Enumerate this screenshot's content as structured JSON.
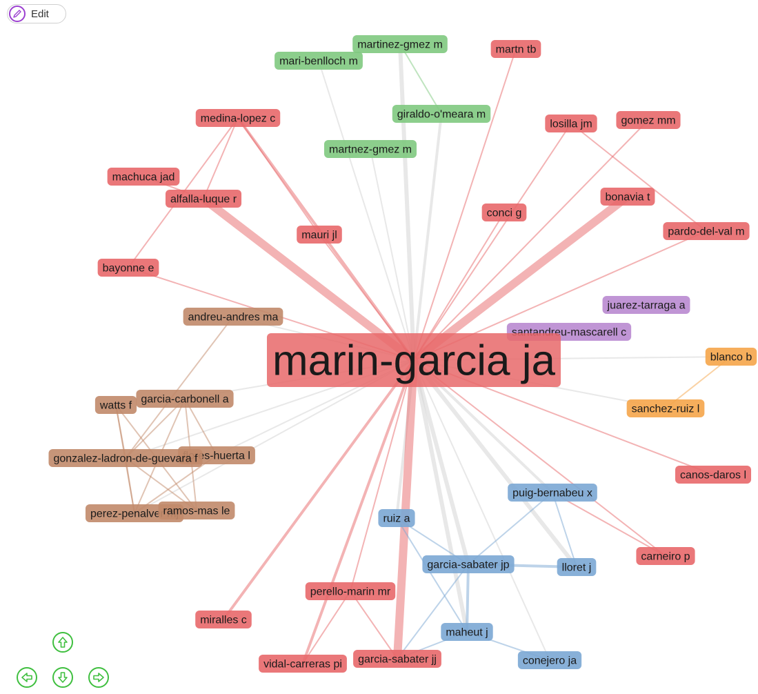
{
  "toolbar": {
    "edit_label": "Edit",
    "edit_icon": "pencil-icon"
  },
  "navigation": {
    "up": "arrow-up-icon",
    "down": "arrow-down-icon",
    "left": "arrow-left-icon",
    "right": "arrow-right-icon",
    "color": "#3fbf3f"
  },
  "clusters": {
    "red": "#e8686a",
    "green": "#7fc97f",
    "brown": "#c1896a",
    "purple": "#b98ad0",
    "orange": "#f5a54a",
    "blue": "#7ba7d4",
    "gray": "#d6d6d6"
  },
  "center": {
    "label": "marin-garcia ja",
    "cluster": "red"
  },
  "nodes": [
    {
      "id": "martinez-gmez-m",
      "label": "martinez-gmez m",
      "cluster": "green"
    },
    {
      "id": "mari-benlloch-m",
      "label": "mari-benlloch m",
      "cluster": "green"
    },
    {
      "id": "martn-tb",
      "label": "martn tb",
      "cluster": "red"
    },
    {
      "id": "giraldo-omeara-m",
      "label": "giraldo-o'meara m",
      "cluster": "green"
    },
    {
      "id": "medina-lopez-c",
      "label": "medina-lopez c",
      "cluster": "red"
    },
    {
      "id": "losilla-jm",
      "label": "losilla jm",
      "cluster": "red"
    },
    {
      "id": "gomez-mm",
      "label": "gomez mm",
      "cluster": "red"
    },
    {
      "id": "martnez-gmez-m",
      "label": "martnez-gmez m",
      "cluster": "green"
    },
    {
      "id": "machuca-jad",
      "label": "machuca jad",
      "cluster": "red"
    },
    {
      "id": "alfalla-luque-r",
      "label": "alfalla-luque r",
      "cluster": "red"
    },
    {
      "id": "bonavia-t",
      "label": "bonavia t",
      "cluster": "red"
    },
    {
      "id": "conci-g",
      "label": "conci g",
      "cluster": "red"
    },
    {
      "id": "pardo-del-val-m",
      "label": "pardo-del-val m",
      "cluster": "red"
    },
    {
      "id": "mauri-jl",
      "label": "mauri jl",
      "cluster": "red"
    },
    {
      "id": "bayonne-e",
      "label": "bayonne e",
      "cluster": "red"
    },
    {
      "id": "juarez-tarraga-a",
      "label": "juarez-tarraga a",
      "cluster": "purple"
    },
    {
      "id": "andreu-andres-ma",
      "label": "andreu-andres ma",
      "cluster": "brown"
    },
    {
      "id": "santandreu-mascarell-c",
      "label": "santandreu-mascarell c",
      "cluster": "purple"
    },
    {
      "id": "blanco-b",
      "label": "blanco b",
      "cluster": "orange"
    },
    {
      "id": "garcia-carbonell-a",
      "label": "garcia-carbonell a",
      "cluster": "brown"
    },
    {
      "id": "watts-f",
      "label": "watts f",
      "cluster": "brown"
    },
    {
      "id": "sanchez-ruiz-l",
      "label": "sanchez-ruiz l",
      "cluster": "orange"
    },
    {
      "id": "flores-huerta-l",
      "label": "flores-huerta l",
      "cluster": "brown"
    },
    {
      "id": "gonzalez-ladron-de-guevara-f",
      "label": "gonzalez-ladron-de-guevara f",
      "cluster": "brown"
    },
    {
      "id": "canos-daros-l",
      "label": "canos-daros l",
      "cluster": "red"
    },
    {
      "id": "puig-bernabeu-x",
      "label": "puig-bernabeu x",
      "cluster": "blue"
    },
    {
      "id": "perez-penalver-mj",
      "label": "perez-penalver mj",
      "cluster": "brown"
    },
    {
      "id": "ramos-mas-le",
      "label": "ramos-mas le",
      "cluster": "brown"
    },
    {
      "id": "ruiz-a",
      "label": "ruiz a",
      "cluster": "blue"
    },
    {
      "id": "carneiro-p",
      "label": "carneiro p",
      "cluster": "red"
    },
    {
      "id": "garcia-sabater-jp",
      "label": "garcia-sabater jp",
      "cluster": "blue"
    },
    {
      "id": "lloret-j",
      "label": "lloret j",
      "cluster": "blue"
    },
    {
      "id": "perello-marin-mr",
      "label": "perello-marin mr",
      "cluster": "red"
    },
    {
      "id": "miralles-c",
      "label": "miralles c",
      "cluster": "red"
    },
    {
      "id": "maheut-j",
      "label": "maheut j",
      "cluster": "blue"
    },
    {
      "id": "garcia-sabater-jj",
      "label": "garcia-sabater jj",
      "cluster": "red"
    },
    {
      "id": "vidal-carreras-pi",
      "label": "vidal-carreras pi",
      "cluster": "red"
    },
    {
      "id": "conejero-ja",
      "label": "conejero ja",
      "cluster": "blue"
    }
  ],
  "edges": [
    {
      "from": "center",
      "to": "martinez-gmez-m",
      "weight": 3,
      "cluster": "gray"
    },
    {
      "from": "center",
      "to": "mari-benlloch-m",
      "weight": 1,
      "cluster": "gray"
    },
    {
      "from": "center",
      "to": "martn-tb",
      "weight": 1,
      "cluster": "red"
    },
    {
      "from": "center",
      "to": "giraldo-omeara-m",
      "weight": 2,
      "cluster": "gray"
    },
    {
      "from": "center",
      "to": "medina-lopez-c",
      "weight": 2,
      "cluster": "red"
    },
    {
      "from": "center",
      "to": "losilla-jm",
      "weight": 1,
      "cluster": "red"
    },
    {
      "from": "center",
      "to": "gomez-mm",
      "weight": 1,
      "cluster": "red"
    },
    {
      "from": "center",
      "to": "martnez-gmez-m",
      "weight": 1,
      "cluster": "gray"
    },
    {
      "from": "center",
      "to": "alfalla-luque-r",
      "weight": 6,
      "cluster": "red"
    },
    {
      "from": "center",
      "to": "bonavia-t",
      "weight": 6,
      "cluster": "red"
    },
    {
      "from": "center",
      "to": "conci-g",
      "weight": 1,
      "cluster": "red"
    },
    {
      "from": "center",
      "to": "pardo-del-val-m",
      "weight": 1,
      "cluster": "red"
    },
    {
      "from": "center",
      "to": "mauri-jl",
      "weight": 1,
      "cluster": "red"
    },
    {
      "from": "center",
      "to": "bayonne-e",
      "weight": 1,
      "cluster": "red"
    },
    {
      "from": "center",
      "to": "andreu-andres-ma",
      "weight": 1,
      "cluster": "gray"
    },
    {
      "from": "center",
      "to": "blanco-b",
      "weight": 1,
      "cluster": "gray"
    },
    {
      "from": "center",
      "to": "sanchez-ruiz-l",
      "weight": 1,
      "cluster": "gray"
    },
    {
      "from": "center",
      "to": "garcia-carbonell-a",
      "weight": 1,
      "cluster": "gray"
    },
    {
      "from": "center",
      "to": "flores-huerta-l",
      "weight": 1,
      "cluster": "gray"
    },
    {
      "from": "center",
      "to": "gonzalez-ladron-de-guevara-f",
      "weight": 1,
      "cluster": "gray"
    },
    {
      "from": "center",
      "to": "perez-penalver-mj",
      "weight": 1,
      "cluster": "gray"
    },
    {
      "from": "center",
      "to": "canos-daros-l",
      "weight": 1,
      "cluster": "red"
    },
    {
      "from": "center",
      "to": "puig-bernabeu-x",
      "weight": 2,
      "cluster": "gray"
    },
    {
      "from": "center",
      "to": "lloret-j",
      "weight": 3,
      "cluster": "gray"
    },
    {
      "from": "center",
      "to": "carneiro-p",
      "weight": 1,
      "cluster": "red"
    },
    {
      "from": "center",
      "to": "ruiz-a",
      "weight": 2,
      "cluster": "gray"
    },
    {
      "from": "center",
      "to": "garcia-sabater-jp",
      "weight": 3,
      "cluster": "gray"
    },
    {
      "from": "center",
      "to": "maheut-j",
      "weight": 3,
      "cluster": "gray"
    },
    {
      "from": "center",
      "to": "conejero-ja",
      "weight": 1,
      "cluster": "gray"
    },
    {
      "from": "center",
      "to": "perello-marin-mr",
      "weight": 1,
      "cluster": "red"
    },
    {
      "from": "center",
      "to": "miralles-c",
      "weight": 2,
      "cluster": "red"
    },
    {
      "from": "center",
      "to": "garcia-sabater-jj",
      "weight": 6,
      "cluster": "red"
    },
    {
      "from": "center",
      "to": "vidal-carreras-pi",
      "weight": 2,
      "cluster": "red"
    },
    {
      "from": "martinez-gmez-m",
      "to": "giraldo-omeara-m",
      "weight": 1,
      "cluster": "green"
    },
    {
      "from": "medina-lopez-c",
      "to": "bayonne-e",
      "weight": 1,
      "cluster": "red"
    },
    {
      "from": "medina-lopez-c",
      "to": "alfalla-luque-r",
      "weight": 1,
      "cluster": "red"
    },
    {
      "from": "medina-lopez-c",
      "to": "mauri-jl",
      "weight": 1,
      "cluster": "red"
    },
    {
      "from": "machuca-jad",
      "to": "alfalla-luque-r",
      "weight": 1,
      "cluster": "red"
    },
    {
      "from": "losilla-jm",
      "to": "pardo-del-val-m",
      "weight": 1,
      "cluster": "red"
    },
    {
      "from": "blanco-b",
      "to": "sanchez-ruiz-l",
      "weight": 1,
      "cluster": "orange"
    },
    {
      "from": "andreu-andres-ma",
      "to": "gonzalez-ladron-de-guevara-f",
      "weight": 1,
      "cluster": "brown"
    },
    {
      "from": "watts-f",
      "to": "gonzalez-ladron-de-guevara-f",
      "weight": 1,
      "cluster": "brown"
    },
    {
      "from": "watts-f",
      "to": "perez-penalver-mj",
      "weight": 1,
      "cluster": "brown"
    },
    {
      "from": "watts-f",
      "to": "ramos-mas-le",
      "weight": 1,
      "cluster": "brown"
    },
    {
      "from": "garcia-carbonell-a",
      "to": "gonzalez-ladron-de-guevara-f",
      "weight": 1,
      "cluster": "brown"
    },
    {
      "from": "garcia-carbonell-a",
      "to": "perez-penalver-mj",
      "weight": 1,
      "cluster": "brown"
    },
    {
      "from": "garcia-carbonell-a",
      "to": "ramos-mas-le",
      "weight": 1,
      "cluster": "brown"
    },
    {
      "from": "garcia-carbonell-a",
      "to": "flores-huerta-l",
      "weight": 1,
      "cluster": "brown"
    },
    {
      "from": "flores-huerta-l",
      "to": "perez-penalver-mj",
      "weight": 1,
      "cluster": "brown"
    },
    {
      "from": "gonzalez-ladron-de-guevara-f",
      "to": "perez-penalver-mj",
      "weight": 1,
      "cluster": "brown"
    },
    {
      "from": "gonzalez-ladron-de-guevara-f",
      "to": "ramos-mas-le",
      "weight": 1,
      "cluster": "brown"
    },
    {
      "from": "puig-bernabeu-x",
      "to": "garcia-sabater-jp",
      "weight": 1,
      "cluster": "blue"
    },
    {
      "from": "puig-bernabeu-x",
      "to": "lloret-j",
      "weight": 1,
      "cluster": "blue"
    },
    {
      "from": "puig-bernabeu-x",
      "to": "carneiro-p",
      "weight": 1,
      "cluster": "red"
    },
    {
      "from": "garcia-sabater-jp",
      "to": "lloret-j",
      "weight": 2,
      "cluster": "blue"
    },
    {
      "from": "garcia-sabater-jp",
      "to": "maheut-j",
      "weight": 2,
      "cluster": "blue"
    },
    {
      "from": "ruiz-a",
      "to": "garcia-sabater-jp",
      "weight": 1,
      "cluster": "blue"
    },
    {
      "from": "ruiz-a",
      "to": "maheut-j",
      "weight": 1,
      "cluster": "blue"
    },
    {
      "from": "maheut-j",
      "to": "conejero-ja",
      "weight": 1,
      "cluster": "blue"
    },
    {
      "from": "maheut-j",
      "to": "garcia-sabater-jj",
      "weight": 1,
      "cluster": "blue"
    },
    {
      "from": "perello-marin-mr",
      "to": "garcia-sabater-jj",
      "weight": 1,
      "cluster": "red"
    },
    {
      "from": "perello-marin-mr",
      "to": "vidal-carreras-pi",
      "weight": 1,
      "cluster": "red"
    },
    {
      "from": "garcia-sabater-jp",
      "to": "garcia-sabater-jj",
      "weight": 1,
      "cluster": "blue"
    }
  ]
}
